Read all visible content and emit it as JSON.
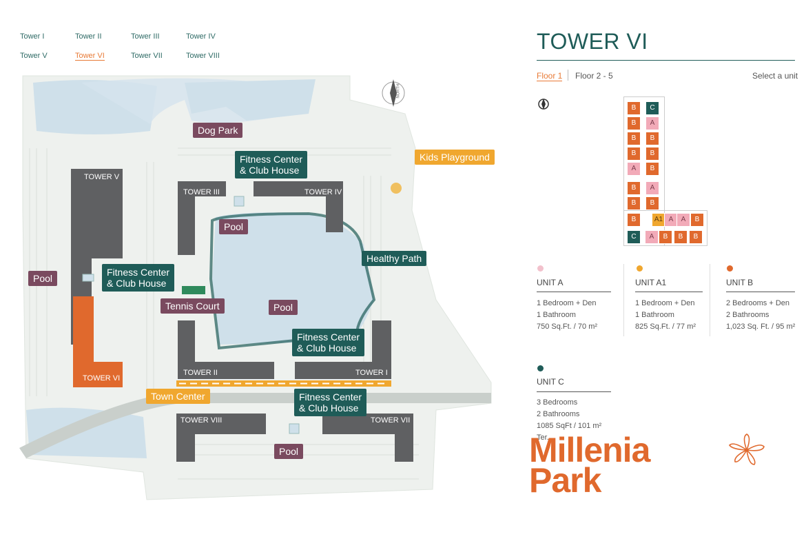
{
  "tower_nav": [
    "Tower I",
    "Tower II",
    "Tower III",
    "Tower IV",
    "Tower V",
    "Tower VI",
    "Tower VII",
    "Tower VIII"
  ],
  "active_tower": "Tower VI",
  "siteplan": {
    "labels": {
      "dog_park": "Dog Park",
      "kids_playground": "Kids Playground",
      "fitness_top": "Fitness Center\n& Club House",
      "fitness_left": "Fitness Center\n& Club House",
      "fitness_mid": "Fitness Center\n& Club House",
      "fitness_bottom": "Fitness Center\n& Club House",
      "pool_top": "Pool",
      "pool_left": "Pool",
      "pool_mid": "Pool",
      "pool_bottom": "Pool",
      "healthy_path": "Healthy Path",
      "tennis_court": "Tennis Court",
      "town_center": "Town Center"
    },
    "towers": {
      "t1": "TOWER I",
      "t2": "TOWER II",
      "t3": "TOWER III",
      "t4": "TOWER IV",
      "t5": "TOWER V",
      "t6": "TOWER VI",
      "t7": "TOWER VII",
      "t8": "TOWER VIII"
    },
    "compass": "NORTH"
  },
  "panel": {
    "title": "TOWER VI",
    "floor_tabs": [
      "Floor 1",
      "Floor 2 - 5"
    ],
    "select_hint": "Select a unit"
  },
  "floorplan": {
    "column": [
      "B",
      "B",
      "B",
      "B",
      "A",
      "B",
      "B",
      "B"
    ],
    "column2": [
      "C",
      "A",
      "B",
      "B",
      "B",
      "A",
      "B"
    ],
    "row_top": [
      "A1",
      "A",
      "A",
      "B"
    ],
    "row_bottom": [
      "C",
      "A",
      "B",
      "B",
      "B"
    ],
    "column2_b": [
      "A"
    ]
  },
  "units": [
    {
      "name": "UNIT A",
      "color": "#f2c1cc",
      "lines": [
        "1 Bedroom + Den",
        "1 Bathroom",
        "750 Sq.Ft. / 70 m²"
      ]
    },
    {
      "name": "UNIT A1",
      "color": "#f0a72f",
      "lines": [
        "1 Bedroom + Den",
        "1 Bathroom",
        "825 Sq.Ft. / 77 m²"
      ]
    },
    {
      "name": "UNIT B",
      "color": "#e0692d",
      "lines": [
        "2 Bedrooms + Den",
        "2 Bathrooms",
        "1,023 Sq. Ft. / 95 m²"
      ]
    },
    {
      "name": "UNIT C",
      "color": "#1f5c58",
      "lines": [
        "3 Bedrooms",
        "2 Bathrooms",
        "1085 SqFt / 101 m²",
        "Ter..."
      ]
    }
  ],
  "brand": {
    "line1": "Millenia",
    "line2": "Park"
  },
  "colors": {
    "teal": "#1f5c58",
    "orange": "#e0692d",
    "gold": "#f0a72f",
    "plum": "#7a4a5f",
    "pink": "#f2aab8"
  }
}
